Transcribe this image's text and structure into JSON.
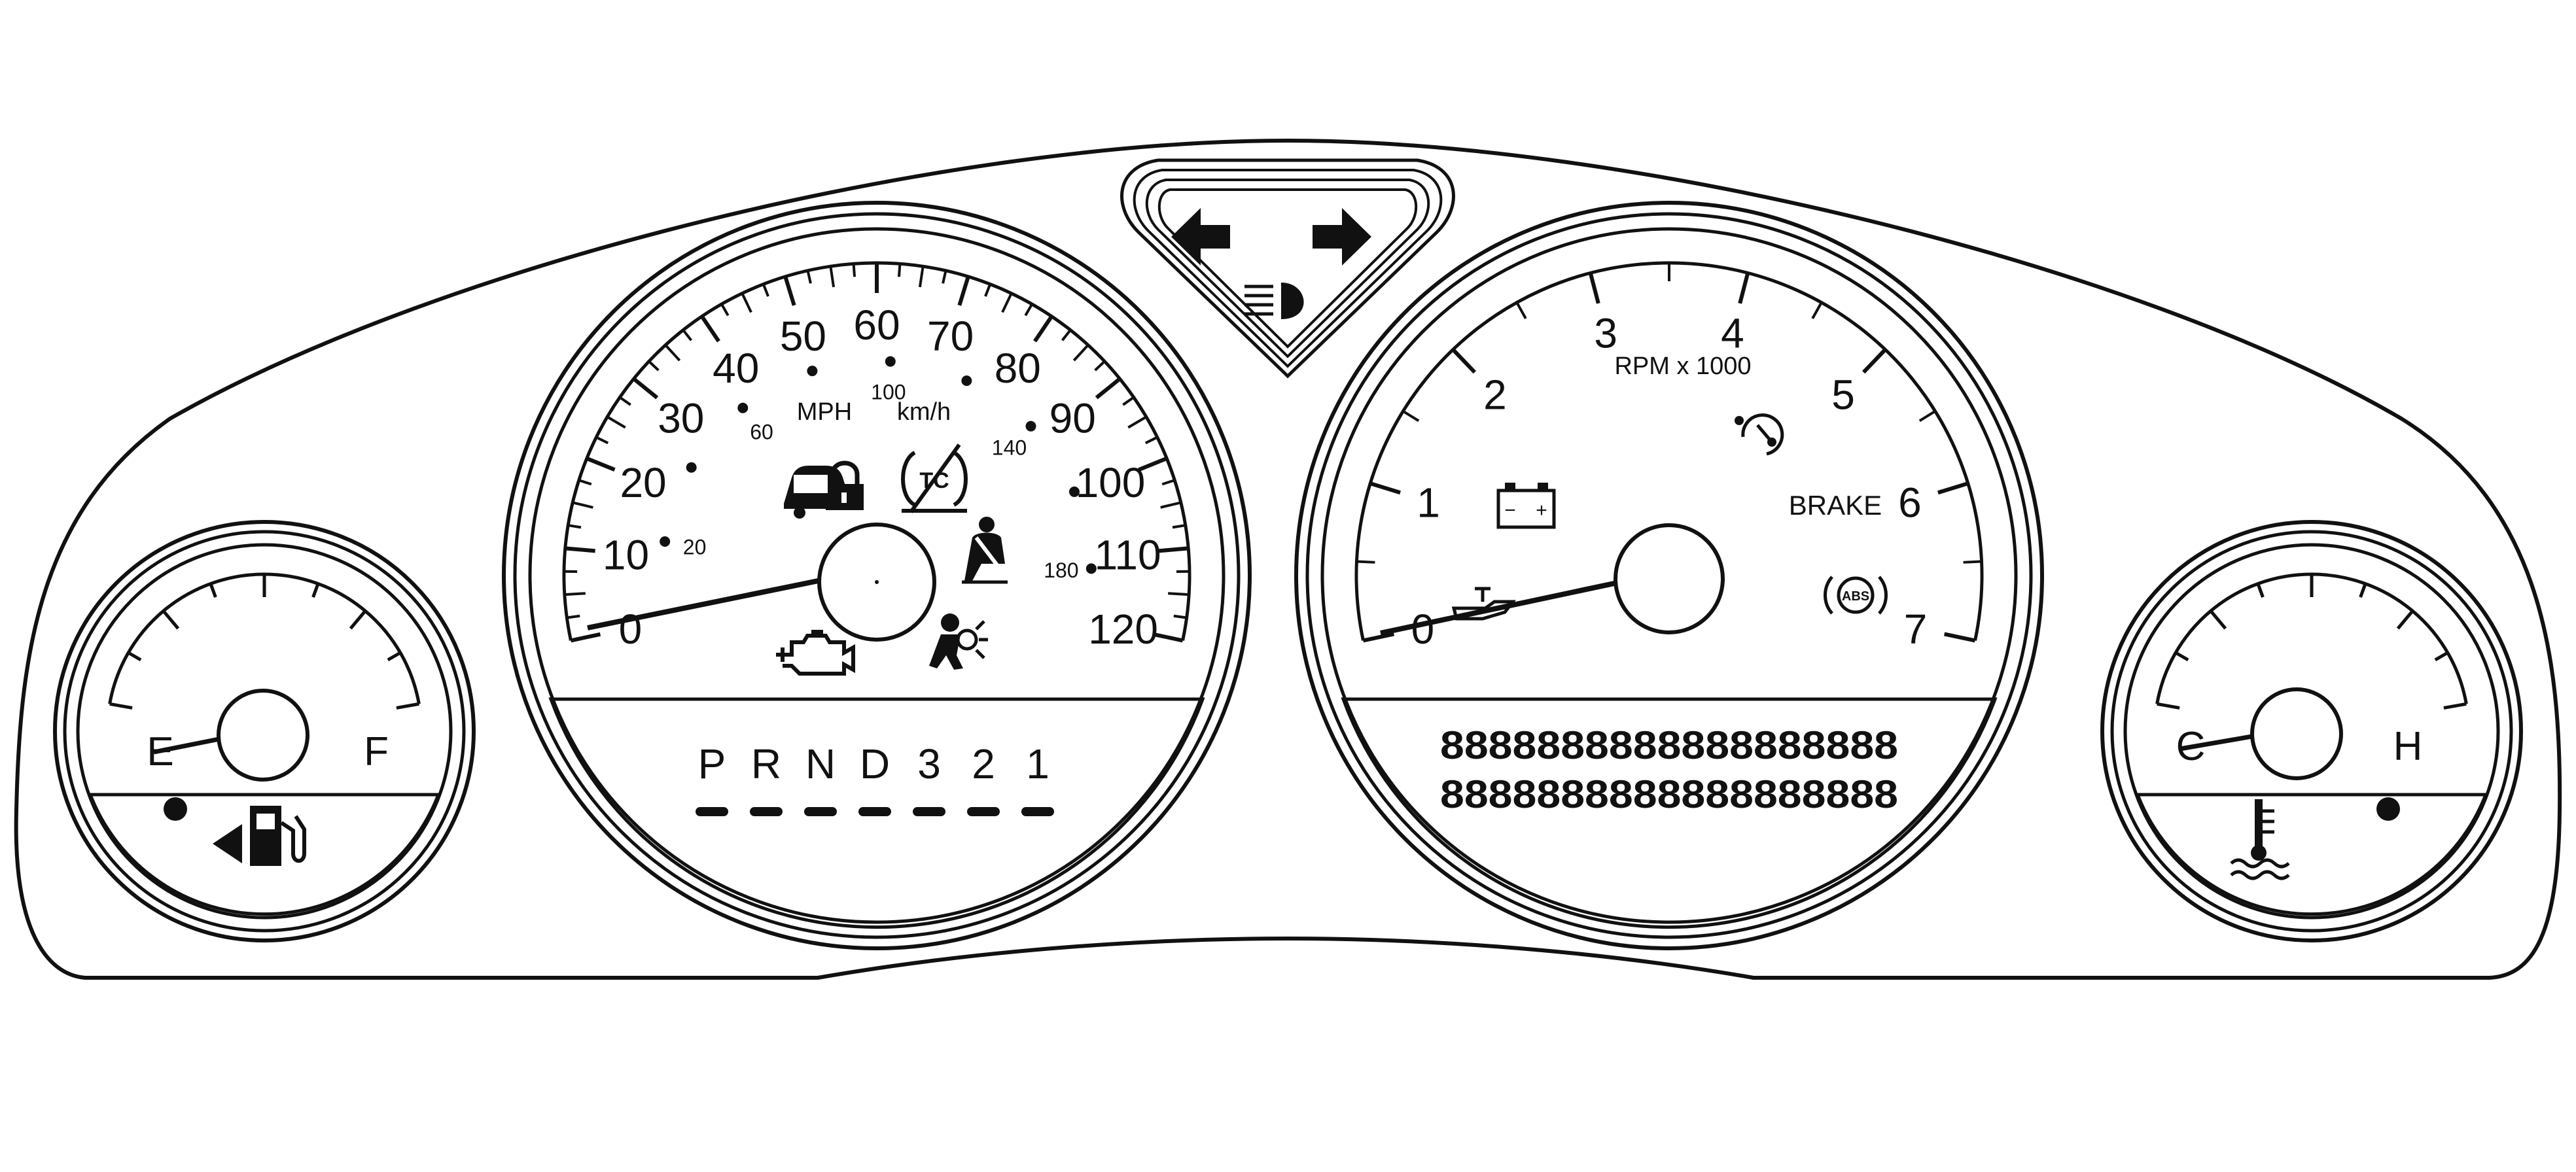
{
  "speedometer": {
    "mph_labels": [
      "0",
      "10",
      "20",
      "30",
      "40",
      "50",
      "60",
      "70",
      "80",
      "90",
      "100",
      "110",
      "120"
    ],
    "kmh_labels": [
      "20",
      "60",
      "100",
      "140",
      "180"
    ],
    "mph_unit": "MPH",
    "kmh_unit": "km/h",
    "needle_value_mph": 0
  },
  "gear_indicator": {
    "labels": [
      "P",
      "R",
      "N",
      "D",
      "3",
      "2",
      "1"
    ]
  },
  "tachometer": {
    "labels": [
      "0",
      "1",
      "2",
      "3",
      "4",
      "5",
      "6",
      "7"
    ],
    "unit": "RPM x 1000",
    "brake_label": "BRAKE",
    "abs_label": "ABS",
    "needle_value_krpm": 0
  },
  "odometer_display": {
    "line1": "8888888888888888888",
    "line2": "8888888888888888888"
  },
  "fuel_gauge": {
    "empty_label": "E",
    "full_label": "F",
    "level": 0
  },
  "temp_gauge": {
    "cold_label": "C",
    "hot_label": "H",
    "level": 0
  },
  "icons": [
    "turn-left-arrow-icon",
    "turn-right-arrow-icon",
    "high-beam-icon",
    "security-icon",
    "traction-control-off-icon",
    "seatbelt-icon",
    "airbag-icon",
    "check-engine-icon",
    "battery-icon",
    "oil-pressure-icon",
    "cruise-icon",
    "abs-icon",
    "fuel-pump-icon",
    "coolant-temp-icon"
  ],
  "colors": {
    "ink": "#111111",
    "paper": "#ffffff"
  }
}
